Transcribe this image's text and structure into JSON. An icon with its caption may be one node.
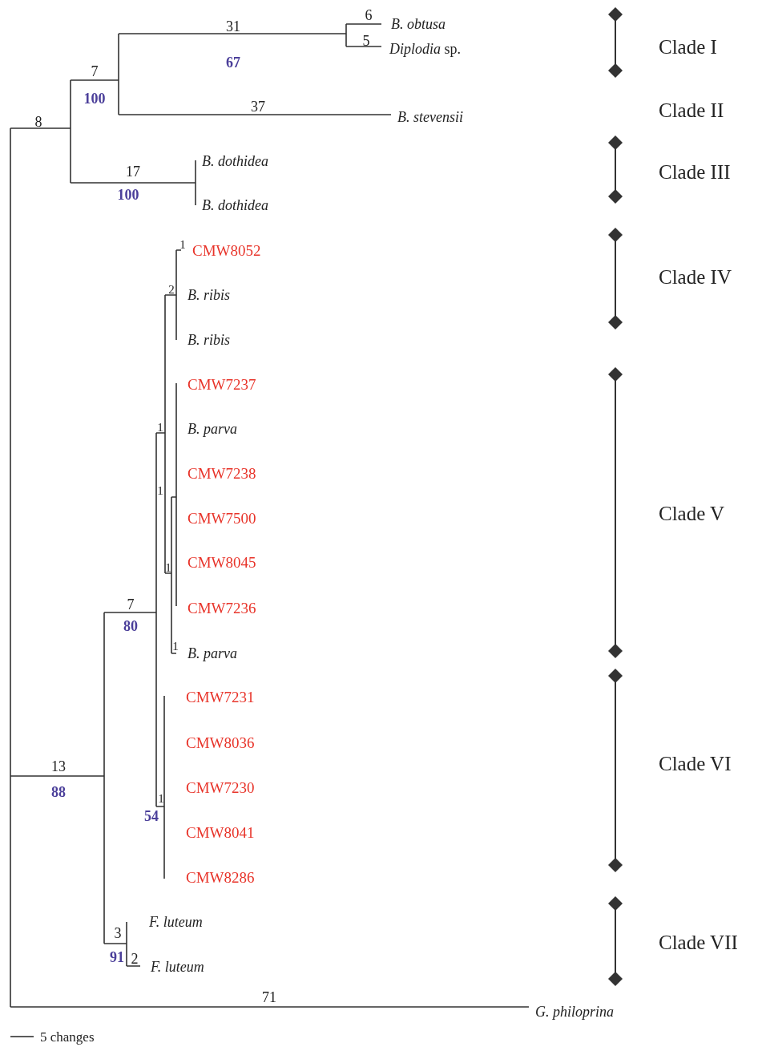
{
  "diagram": {
    "labels": [
      "6",
      "B. obtusa",
      "31",
      "Clade I",
      "5",
      "*Diplodia* sp.",
      "67",
      "7",
      "100",
      "37",
      "Clade II",
      "B. stevensii",
      "8",
      "B. dothidea",
      "17",
      "Clade III",
      "100",
      "B. dothidea",
      "1",
      "CMW8052",
      "Clade IV",
      "2",
      "B. ribis",
      "B. ribis",
      "CMW7237",
      "1",
      "B. parva",
      "CMW7238",
      "1",
      "Clade V",
      "CMW7500",
      "1",
      "CMW8045",
      "7",
      "CMW7236",
      "80",
      "1",
      "B. parva",
      "CMW7231",
      "CMW8036",
      "Clade VI",
      "13",
      "1",
      "CMW7230",
      "88",
      "54",
      "CMW8041",
      "CMW8286",
      "F. luteum",
      "3",
      "Clade VII",
      "91",
      "2",
      "F. luteum",
      "71",
      "G. philoprina",
      "5 changes"
    ]
  }
}
